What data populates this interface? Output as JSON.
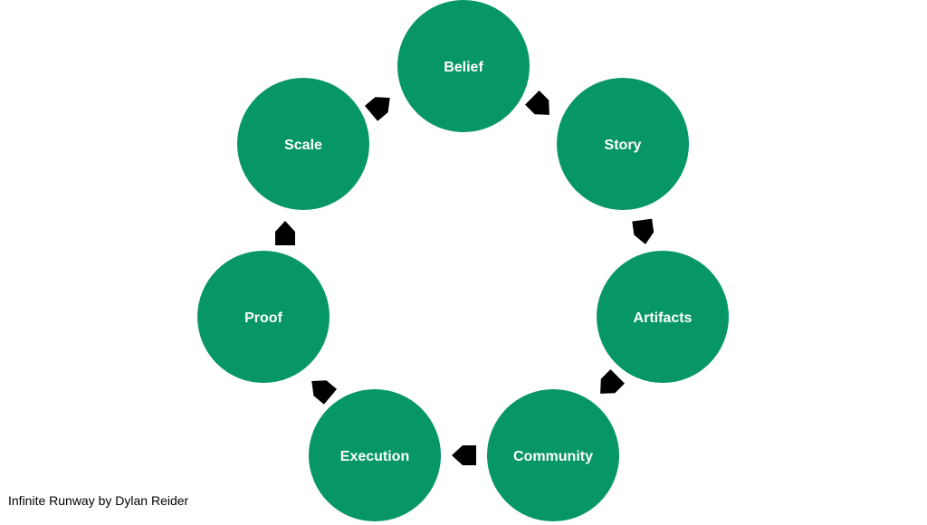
{
  "diagram": {
    "type": "cycle",
    "colors": {
      "node": "#079766",
      "arrow": "#000000",
      "text": "#ffffff"
    },
    "nodes": [
      "Belief",
      "Story",
      "Artifacts",
      "Community",
      "Execution",
      "Proof",
      "Scale"
    ]
  },
  "credit": "Infinite Runway by Dylan Reider"
}
